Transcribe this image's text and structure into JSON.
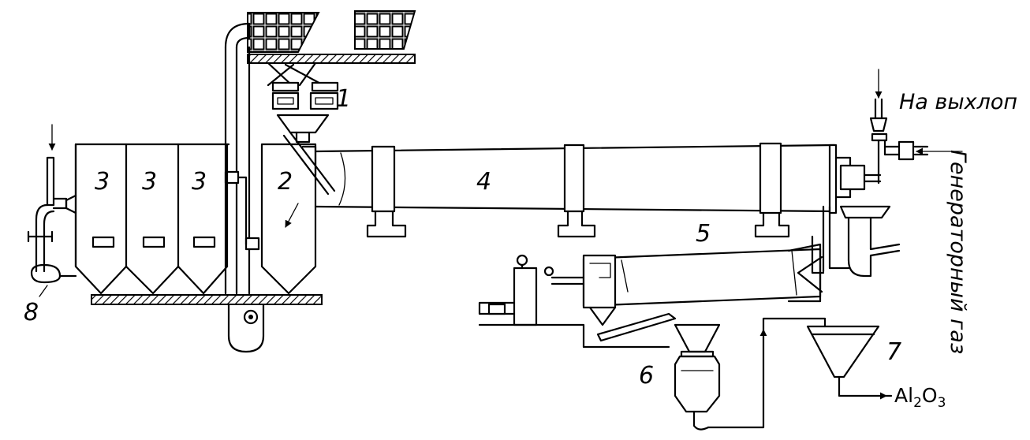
{
  "labels": {
    "filter": "1",
    "mixer": "2",
    "bunker_a": "3",
    "bunker_b": "3",
    "bunker_c": "3",
    "kiln": "4",
    "cooler": "5",
    "mill": "6",
    "separator": "7",
    "feeder": "8"
  },
  "captions": {
    "exhaust": "На выхлоп",
    "gas": "Генераторный газ",
    "product_main": "Al",
    "product_sub1": "2",
    "product_mid": "O",
    "product_sub2": "3"
  }
}
